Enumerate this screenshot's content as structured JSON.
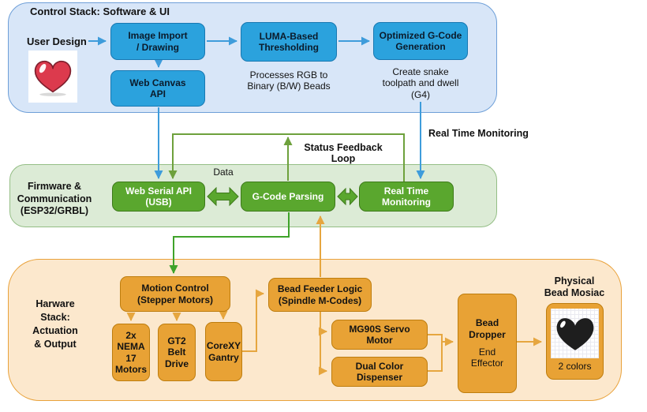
{
  "colors": {
    "control_container_fill": "#D8E6F8",
    "control_container_stroke": "#6E9FD8",
    "software_node_fill": "#2BA2DD",
    "software_node_stroke": "#1878B2",
    "firmware_container_fill": "#DCEBD6",
    "firmware_container_stroke": "#94BE85",
    "firmware_node_fill": "#5AA72E",
    "firmware_node_stroke": "#3D7A1A",
    "hardware_container_fill": "#FCE8CD",
    "hardware_container_stroke": "#E9A23B",
    "hardware_node_fill": "#E8A235",
    "hardware_node_stroke": "#BE7D0E",
    "blue_arrow": "#3E9CDB",
    "green_loop_arrow": "#6EA13C",
    "green_arrow": "#3FA32A",
    "orange_arrow": "#E6A63F",
    "heart_red": "#DC3A4D",
    "pixel_heart_black": "#1E1E1E"
  },
  "control_stack": {
    "title": "Control Stack: Software & UI",
    "user_design_label": "User Design",
    "nodes": {
      "image_import": "Image Import\n/ Drawing",
      "luma": "LUMA-Based\nThresholding",
      "gcode_gen": "Optimized G-Code\nGeneration",
      "web_canvas": "Web Canvas\nAPI"
    },
    "notes": {
      "luma_note": "Processes RGB to\nBinary (B/W) Beads",
      "gcode_note": "Create snake\ntoolpath and dwell\n(G4)"
    }
  },
  "firmware": {
    "label": "Firmware &\nCommunication\n(ESP32/GRBL)",
    "nodes": {
      "web_serial": "Web Serial API\n(USB)",
      "gcode_parsing": "G-Code Parsing",
      "realtime": "Real Time\nMonitoring"
    },
    "data_label": "Data",
    "status_feedback_label": "Status Feedback\nLoop",
    "realtime_monitoring_label": "Real Time Monitoring"
  },
  "hardware": {
    "label": "Harware\nStack:\nActuation\n& Output",
    "nodes": {
      "motion": "Motion Control\n(Stepper Motors)",
      "nema": "2x\nNEMA\n17\nMotors",
      "gt2": "GT2\nBelt\nDrive",
      "corexy": "CoreXY\nGantry",
      "feeder": "Bead Feeder Logic\n(Spindle M-Codes)",
      "servo": "MG90S Servo\nMotor",
      "dispenser": "Dual Color\nDispenser",
      "dropper_title": "Bead\nDropper",
      "dropper_sub": "End\nEffector"
    },
    "mosaic_title": "Physical\nBead Mosiac",
    "mosaic_caption": "2 colors"
  }
}
